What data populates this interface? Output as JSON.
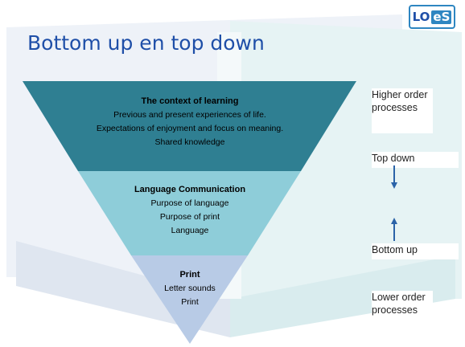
{
  "slide": {
    "title": "Bottom up en top down",
    "logo": {
      "left": "LO",
      "right": "eS"
    }
  },
  "pyramid": {
    "levels": [
      {
        "heading": "The context of learning",
        "lines": [
          "Previous and present experiences of life.",
          "Expectations of enjoyment and focus on meaning.",
          "Shared knowledge"
        ],
        "color": "#2f7f92"
      },
      {
        "heading": "Language Communication",
        "lines": [
          "Purpose of language",
          "Purpose of print",
          "Language"
        ],
        "color": "#8ecdd9"
      },
      {
        "heading": "Print",
        "lines": [
          "Letter sounds",
          "Print"
        ],
        "color": "#b8cbe6"
      }
    ]
  },
  "side_labels": {
    "higher": "Higher order processes",
    "top_down": "Top down",
    "bottom_up": "Bottom up",
    "lower": "Lower order processes"
  },
  "colors": {
    "title": "#1f4fa8",
    "arrow": "#2b63a8",
    "background_accent": "#eaf4f6"
  }
}
